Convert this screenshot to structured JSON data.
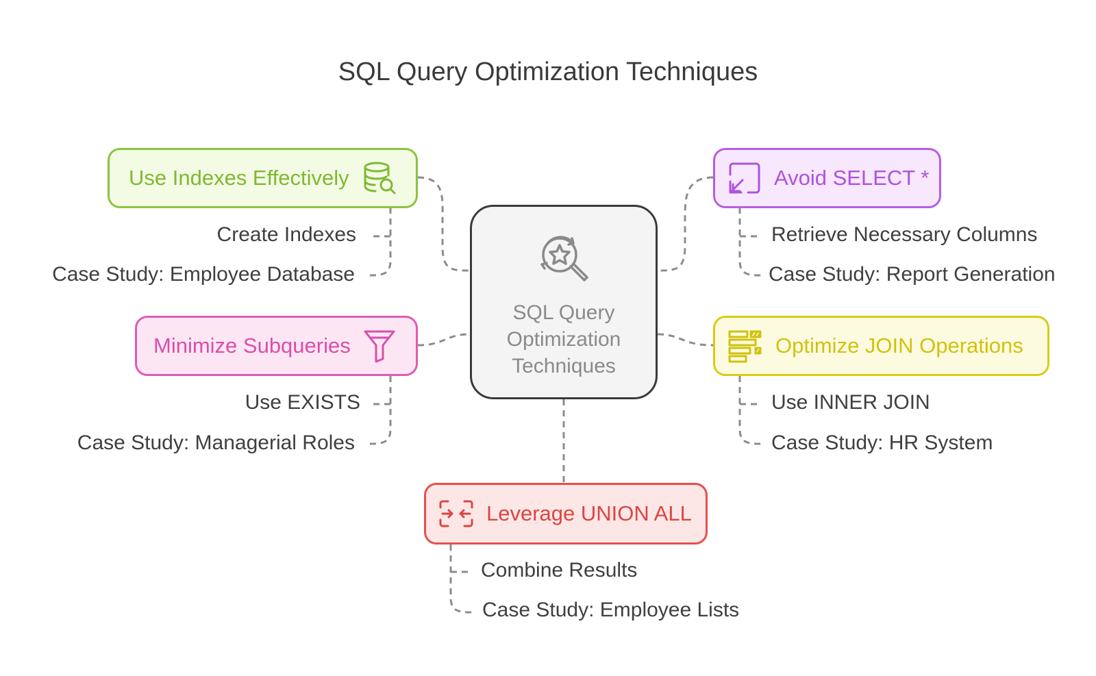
{
  "title": "SQL Query Optimization Techniques",
  "center": {
    "label": "SQL Query Optimization Techniques",
    "icon": "star-search-icon"
  },
  "branches": [
    {
      "id": "indexes",
      "label": "Use Indexes Effectively",
      "icon": "database-search-icon",
      "color": "#8ac43f",
      "fill": "#f3fbe4",
      "items": [
        "Create Indexes",
        "Case Study: Employee Database"
      ]
    },
    {
      "id": "subqueries",
      "label": "Minimize Subqueries",
      "icon": "funnel-icon",
      "color": "#e05bb3",
      "fill": "#fde6f4",
      "items": [
        "Use EXISTS",
        "Case Study: Managerial Roles"
      ]
    },
    {
      "id": "select",
      "label": "Avoid SELECT *",
      "icon": "resize-arrow-icon",
      "color": "#b55de6",
      "fill": "#f8e8fd",
      "items": [
        "Retrieve Necessary Columns",
        "Case Study: Report Generation"
      ]
    },
    {
      "id": "join",
      "label": "Optimize JOIN Operations",
      "icon": "join-bars-icon",
      "color": "#d9cb16",
      "fill": "#fdfbdf",
      "items": [
        "Use INNER JOIN",
        "Case Study: HR System"
      ]
    },
    {
      "id": "union",
      "label": "Leverage UNION ALL",
      "icon": "merge-arrows-icon",
      "color": "#e4504c",
      "fill": "#fde7e6",
      "items": [
        "Combine Results",
        "Case Study: Employee Lists"
      ]
    }
  ]
}
